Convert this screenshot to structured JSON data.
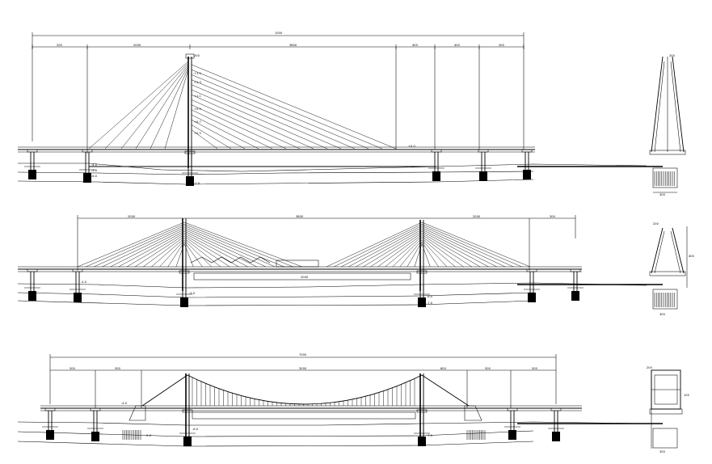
{
  "colors": {
    "ink": "#000000",
    "paper": "#ffffff"
  },
  "drawings": [
    {
      "id": "bridge-1",
      "type": "single-pylon-cable-stayed",
      "overall_dim": "1000",
      "span_dims": [
        "200",
        "2000",
        "3800",
        "400",
        "400",
        "300"
      ],
      "tower_marks": [
        "200",
        "+1.5",
        "+1.3",
        "+1.1",
        "+0.9",
        "+0.7",
        "+0.5"
      ],
      "deck_note": "+0.0",
      "pier_marks": [
        "-4.0",
        "-5.0",
        "-6.0",
        "-7.0"
      ],
      "side_view_marks": [
        "200",
        "300"
      ]
    },
    {
      "id": "bridge-2",
      "type": "twin-pylon-cable-stayed",
      "span_dims": [
        "2000",
        "3800",
        "2000",
        "300"
      ],
      "mid_dim": "2000",
      "pier_marks": [
        "-4.0",
        "-5.0",
        "-6.0",
        "-7.0"
      ],
      "side_view_marks": [
        "200",
        "400",
        "300"
      ]
    },
    {
      "id": "bridge-3",
      "type": "suspension",
      "overall_dim": "7000",
      "span_dims": [
        "500",
        "500",
        "3000",
        "800",
        "500",
        "500"
      ],
      "pier_marks": [
        "-4.0",
        "-5.0",
        "-6.0",
        "-7.0"
      ],
      "side_view_marks": [
        "200",
        "100",
        "300"
      ]
    }
  ]
}
